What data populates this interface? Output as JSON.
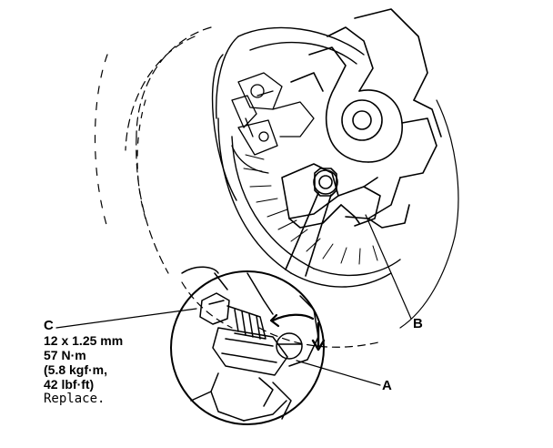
{
  "callouts": {
    "a": "A",
    "b": "B",
    "c": "C"
  },
  "spec": {
    "size": "12 x 1.25 mm",
    "torque_nm": "57 N·m",
    "torque_kgf": "(5.8 kgf·m,",
    "torque_lbf": "42 lbf·ft)",
    "note": "Replace."
  },
  "colors": {
    "ink": "#000000",
    "background": "#ffffff"
  }
}
